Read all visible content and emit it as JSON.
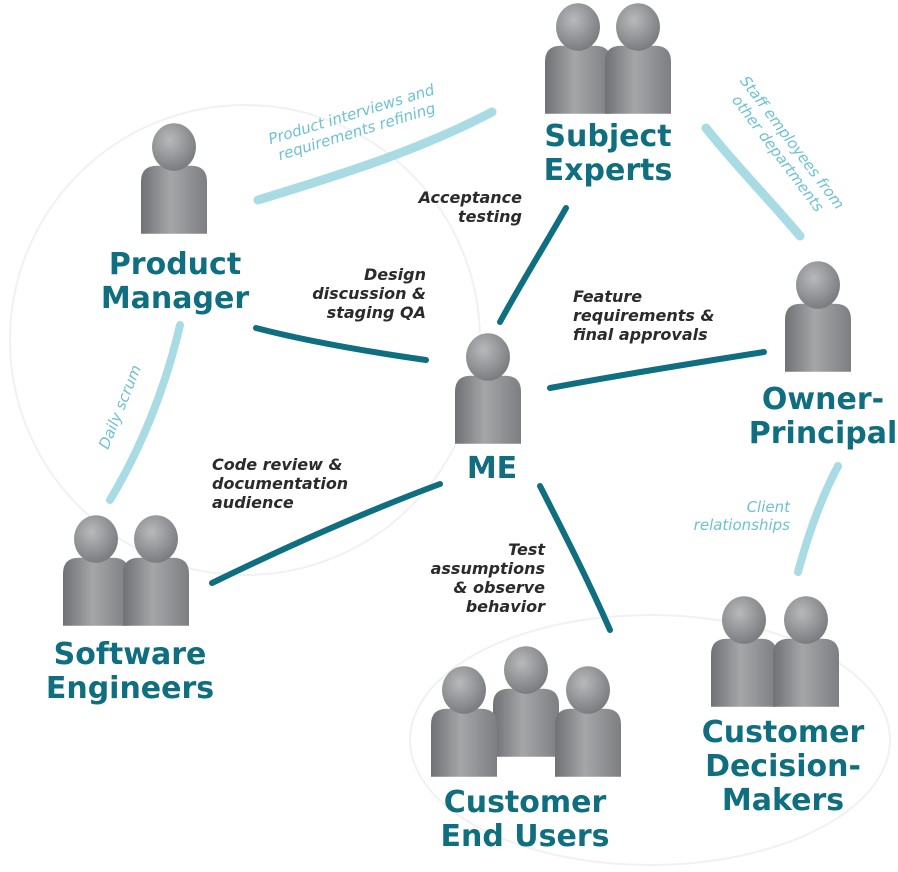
{
  "colors": {
    "primary_teal": "#0f6e7f",
    "light_teal": "#a9dbe5",
    "soft_teal_text": "#6cc1d2",
    "person_gray": "#8a8c8f",
    "edge_text": "#2b2b2b"
  },
  "nodes": {
    "me": "ME",
    "product_manager": [
      "Product",
      "Manager"
    ],
    "subject_experts": [
      "Subject",
      "Experts"
    ],
    "owner_principal": [
      "Owner-",
      "Principal"
    ],
    "software_engineers": [
      "Software",
      "Engineers"
    ],
    "customer_end_users": [
      "Customer",
      "End Users"
    ],
    "customer_decision_makers": [
      "Customer",
      "Decision-",
      "Makers"
    ]
  },
  "edges": {
    "acceptance_testing": [
      "Acceptance",
      "testing"
    ],
    "design_discussion": [
      "Design",
      "discussion &",
      "staging QA"
    ],
    "feature_requirements": [
      "Feature",
      "requirements &",
      "final approvals"
    ],
    "code_review": [
      "Code review &",
      "documentation",
      "audience"
    ],
    "test_assumptions": [
      "Test",
      "assumptions",
      "& observe",
      "behavior"
    ]
  },
  "soft_edges": {
    "product_interviews": [
      "Product interviews and",
      "requirements refining"
    ],
    "staff_employees": [
      "Staff employees from",
      "other departments"
    ],
    "daily_scrum": [
      "Daily scrum"
    ],
    "client_relationships": [
      "Client",
      "relationships"
    ]
  }
}
